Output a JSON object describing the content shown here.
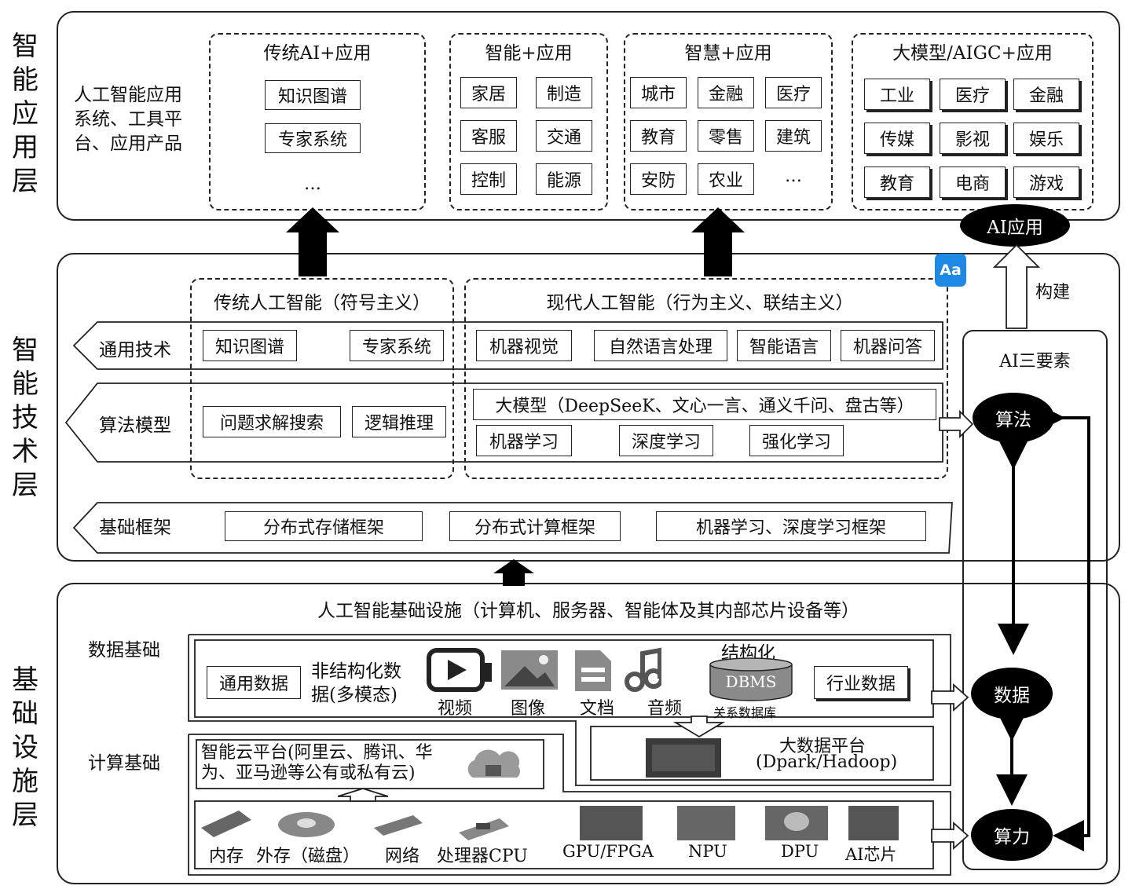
{
  "layers": {
    "app": "智能应用层",
    "tech": "智能技术层",
    "infra": "基础设施层"
  },
  "app_layer": {
    "description": "人工智能应用系统、工具平台、应用产品",
    "groups": [
      {
        "title": "传统AI+应用",
        "items": [
          "知识图谱",
          "专家系统",
          "…"
        ]
      },
      {
        "title": "智能+应用",
        "items": [
          "家居",
          "制造",
          "客服",
          "交通",
          "控制",
          "能源"
        ]
      },
      {
        "title": "智慧+应用",
        "items": [
          "城市",
          "金融",
          "医疗",
          "教育",
          "零售",
          "建筑",
          "安防",
          "农业",
          "…"
        ]
      },
      {
        "title": "大模型/AIGC+应用",
        "items": [
          "工业",
          "医疗",
          "金融",
          "传媒",
          "影视",
          "娱乐",
          "教育",
          "电商",
          "游戏"
        ]
      }
    ],
    "ai_app": "AI应用"
  },
  "tech_layer": {
    "badge": "Aa",
    "traditional_title": "传统人工智能（符号主义）",
    "modern_title": "现代人工智能（行为主义、联结主义）",
    "general_tech": {
      "label": "通用技术",
      "traditional": [
        "知识图谱",
        "专家系统"
      ],
      "modern": [
        "机器视觉",
        "自然语言处理",
        "智能语言",
        "机器问答"
      ]
    },
    "algorithm_models": {
      "label": "算法模型",
      "traditional": [
        "问题求解搜索",
        "逻辑推理"
      ],
      "llm": "大模型（DeepSeeK、文心一言、通义千问、盘古等）",
      "modern": [
        "机器学习",
        "深度学习",
        "强化学习"
      ]
    },
    "frameworks": {
      "label": "基础框架",
      "items": [
        "分布式存储框架",
        "分布式计算框架",
        "机器学习、深度学习框架"
      ]
    }
  },
  "infra_layer": {
    "title": "人工智能基础设施（计算机、服务器、智能体及其内部芯片设备等）",
    "data_foundation": "数据基础",
    "compute_foundation": "计算基础",
    "general_data": "通用数据",
    "unstructured": "非结构化数据(多模态)",
    "media": [
      "视频",
      "图像",
      "文档",
      "音频"
    ],
    "structured": "结构化",
    "dbms": "DBMS",
    "relational_db": "关系数据库",
    "industry_data": "行业数据",
    "bigdata_line1": "大数据平台",
    "bigdata_line2": "(Dpark/Hadoop)",
    "cloud": "智能云平台(阿里云、腾讯、华为、亚马逊等公有或私有云)",
    "hardware": [
      "内存",
      "外存（磁盘）",
      "网络",
      "处理器CPU",
      "GPU/FPGA",
      "NPU",
      "DPU",
      "AI芯片"
    ]
  },
  "triad": {
    "title": "AI三要素",
    "build": "构建",
    "algorithm": "算法",
    "data": "数据",
    "compute": "算力"
  },
  "colors": {
    "stroke": "#222222",
    "ellipse": "#000000",
    "badge": "#1e88e5"
  }
}
